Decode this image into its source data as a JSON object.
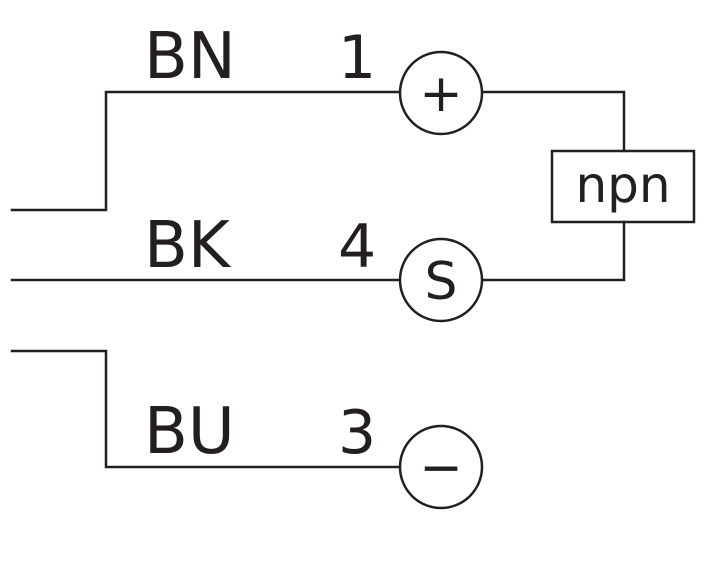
{
  "diagram": {
    "wires": {
      "brown": {
        "color_code": "BN",
        "pin": "1"
      },
      "black": {
        "color_code": "BK",
        "pin": "4"
      },
      "blue": {
        "color_code": "BU",
        "pin": "3"
      }
    },
    "terminals": {
      "positive": {
        "symbol": "+"
      },
      "switch": {
        "symbol": "S"
      },
      "negative": {
        "symbol": "−"
      }
    },
    "output_type": "npn"
  }
}
